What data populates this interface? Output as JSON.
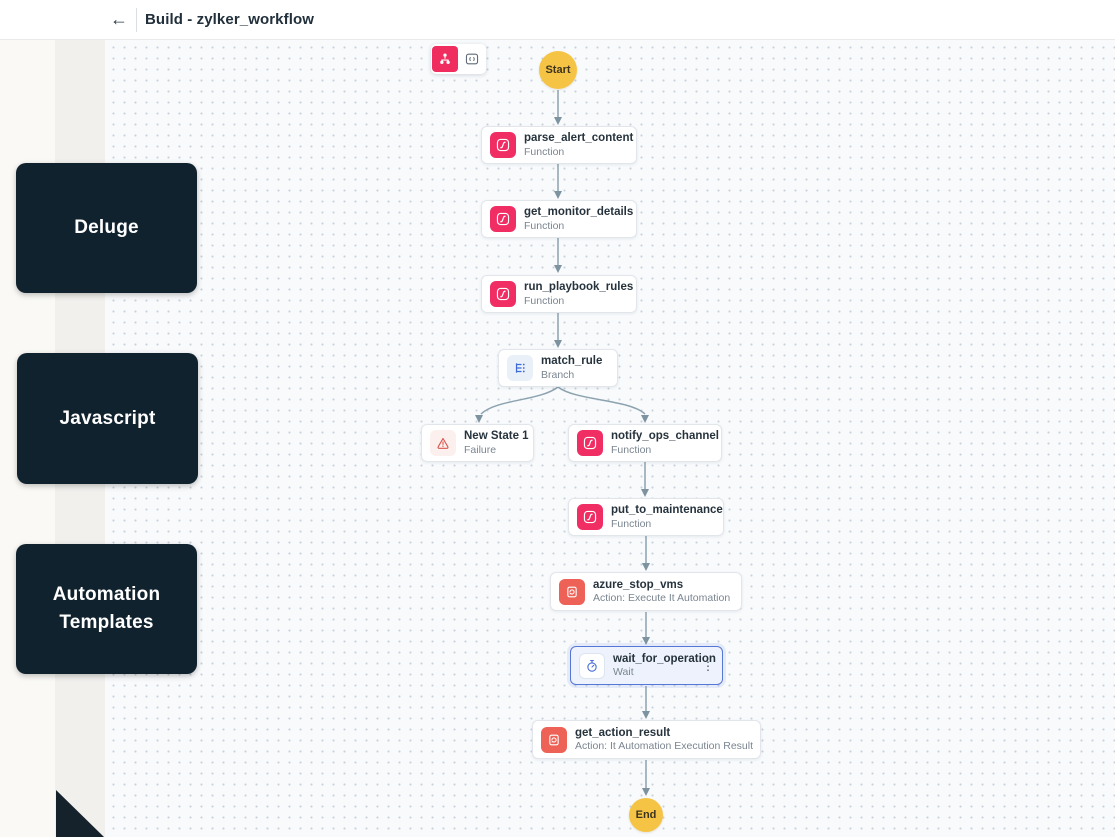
{
  "header": {
    "title": "Build - zylker_workflow",
    "back_icon": "←"
  },
  "toolbar": {
    "buttons": [
      {
        "name": "workflow-view",
        "active": true
      },
      {
        "name": "code-view",
        "active": false
      }
    ]
  },
  "overlays": {
    "labels": [
      "Deluge",
      "Javascript",
      "Automation Templates"
    ]
  },
  "icons": {
    "kebab": "⋮"
  },
  "workflow": {
    "start_label": "Start",
    "end_label": "End",
    "nodes": [
      {
        "title": "parse_alert_content",
        "subtitle": "Function",
        "type": "function"
      },
      {
        "title": "get_monitor_details",
        "subtitle": "Function",
        "type": "function"
      },
      {
        "title": "run_playbook_rules",
        "subtitle": "Function",
        "type": "function"
      },
      {
        "title": "match_rule",
        "subtitle": "Branch",
        "type": "branch"
      },
      {
        "title": "New State 1",
        "subtitle": "Failure",
        "type": "failure"
      },
      {
        "title": "notify_ops_channel",
        "subtitle": "Function",
        "type": "function"
      },
      {
        "title": "put_to_maintenance",
        "subtitle": "Function",
        "type": "function"
      },
      {
        "title": "azure_stop_vms",
        "subtitle": "Action: Execute It Automation",
        "type": "action"
      },
      {
        "title": "wait_for_operation",
        "subtitle": "Wait",
        "type": "wait",
        "selected": true
      },
      {
        "title": "get_action_result",
        "subtitle": "Action: It Automation Execution Result",
        "type": "action"
      }
    ]
  },
  "colors": {
    "function_icon": "#F02E64",
    "action_icon": "#ED6157",
    "branch_icon_accent": "#3D6BD8",
    "failure_icon_accent": "#D9544C",
    "wait_icon_accent": "#4A6FD8",
    "terminal_node": "#F6C445",
    "selection": "#5577D6",
    "connector": "#8CA3AF",
    "side_label_bg": "#10222E"
  }
}
